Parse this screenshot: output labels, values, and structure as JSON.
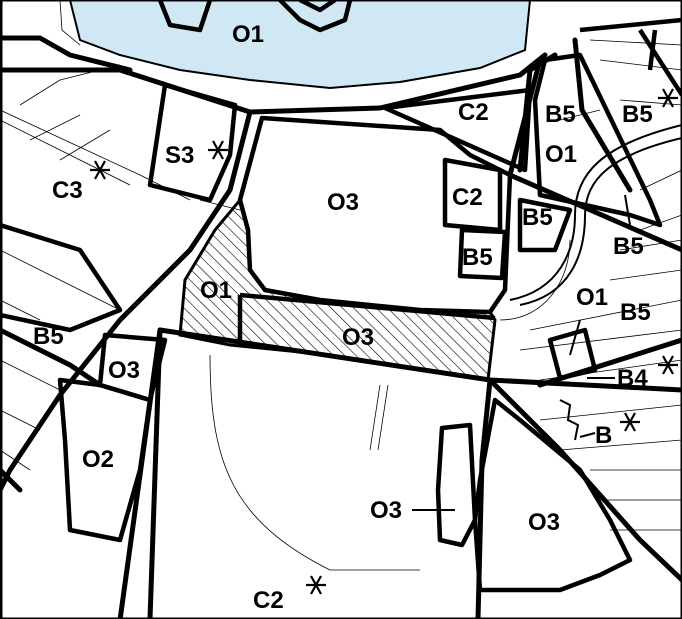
{
  "map": {
    "labels": [
      {
        "id": "o1-top",
        "text": "O1"
      },
      {
        "id": "c2-ne",
        "text": "C2"
      },
      {
        "id": "b5-ne1",
        "text": "B5"
      },
      {
        "id": "b5-ne2",
        "text": "B5"
      },
      {
        "id": "s3",
        "text": "S3"
      },
      {
        "id": "c3",
        "text": "C3"
      },
      {
        "id": "o3-center",
        "text": "O3"
      },
      {
        "id": "c2-mid",
        "text": "C2"
      },
      {
        "id": "o1-e",
        "text": "O1"
      },
      {
        "id": "b5-e1",
        "text": "B5"
      },
      {
        "id": "b5-e2",
        "text": "B5"
      },
      {
        "id": "b5-e3",
        "text": "B5"
      },
      {
        "id": "o1-hatch",
        "text": "O1"
      },
      {
        "id": "o1-e2",
        "text": "O1"
      },
      {
        "id": "b5-e4",
        "text": "B5"
      },
      {
        "id": "b5-w",
        "text": "B5"
      },
      {
        "id": "o3-hatch",
        "text": "O3"
      },
      {
        "id": "o3-w",
        "text": "O3"
      },
      {
        "id": "b4",
        "text": "B4"
      },
      {
        "id": "b",
        "text": "B"
      },
      {
        "id": "o2",
        "text": "O2"
      },
      {
        "id": "o3-s",
        "text": "O3"
      },
      {
        "id": "o3-se",
        "text": "O3"
      },
      {
        "id": "c2-s",
        "text": "C2"
      }
    ]
  },
  "colors": {
    "water": "#cfe8f3",
    "line": "#000000",
    "background": "#ffffff"
  }
}
